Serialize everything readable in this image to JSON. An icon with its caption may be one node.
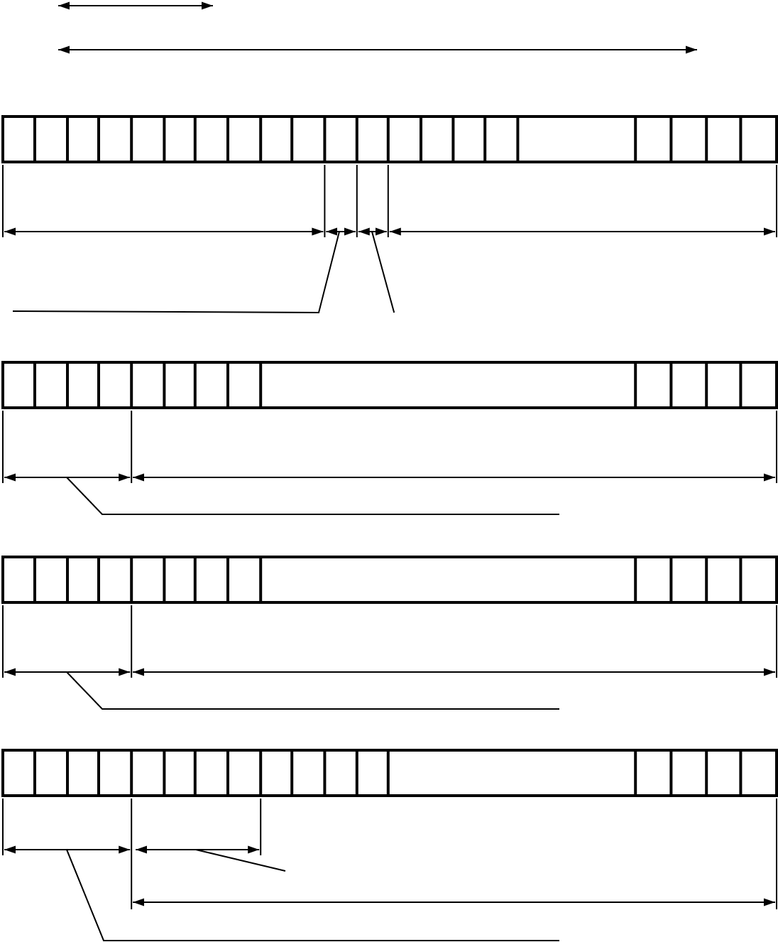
{
  "diagram": {
    "nodes": [
      {
        "text": [],
        "shape": "bar"
      },
      {
        "text": [],
        "shape": "bar"
      },
      {
        "text": [],
        "shape": "bar"
      },
      {
        "text": [],
        "shape": "bar"
      }
    ]
  }
}
